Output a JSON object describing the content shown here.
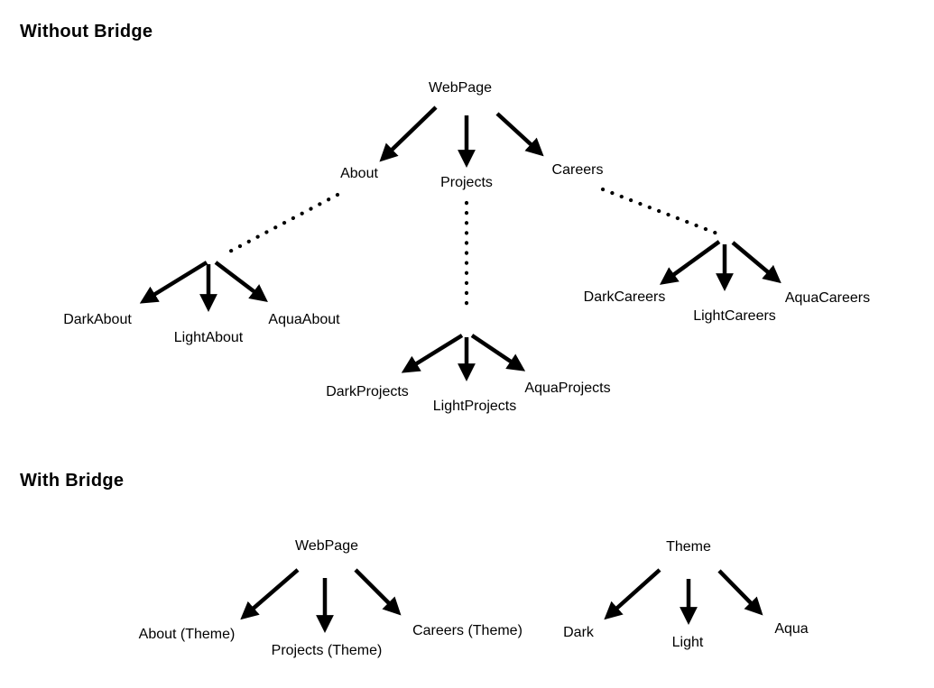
{
  "diagram": {
    "background": "#ffffff",
    "ink": "#000000",
    "sections": {
      "without_bridge": {
        "title": "Without Bridge",
        "root": "WebPage",
        "abstractions": [
          "About",
          "Projects",
          "Careers"
        ],
        "implementations": {
          "about": [
            "DarkAbout",
            "LightAbout",
            "AquaAbout"
          ],
          "projects": [
            "DarkProjects",
            "LightProjects",
            "AquaProjects"
          ],
          "careers": [
            "DarkCareers",
            "LightCareers",
            "AquaCareers"
          ]
        }
      },
      "with_bridge": {
        "title": "With Bridge",
        "webpage_tree": {
          "root": "WebPage",
          "children": [
            "About (Theme)",
            "Projects (Theme)",
            "Careers (Theme)"
          ]
        },
        "theme_tree": {
          "root": "Theme",
          "children": [
            "Dark",
            "Light",
            "Aqua"
          ]
        }
      }
    }
  }
}
